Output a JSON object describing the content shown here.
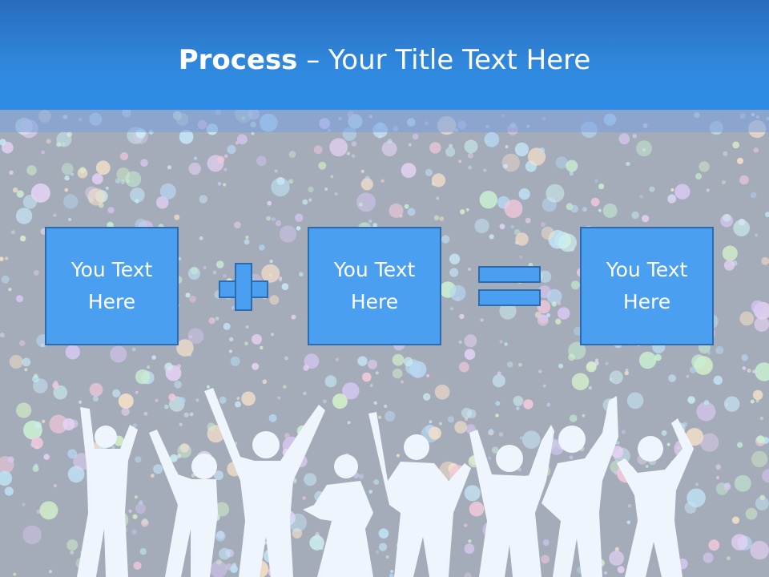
{
  "slide": {
    "title_bold": "Process",
    "title_rest": " – Your Title Text Here",
    "box1_text": "You Text Here",
    "box2_text": "You Text Here",
    "box3_text": "You Text Here",
    "operator1": "plus-icon",
    "operator2": "equals-icon"
  },
  "colors": {
    "header": "#2f88dd",
    "box_fill": "#4a9ff0",
    "box_border": "#2b6cb1",
    "background": "#a4abb9",
    "silhouette": "#eef5fc"
  }
}
